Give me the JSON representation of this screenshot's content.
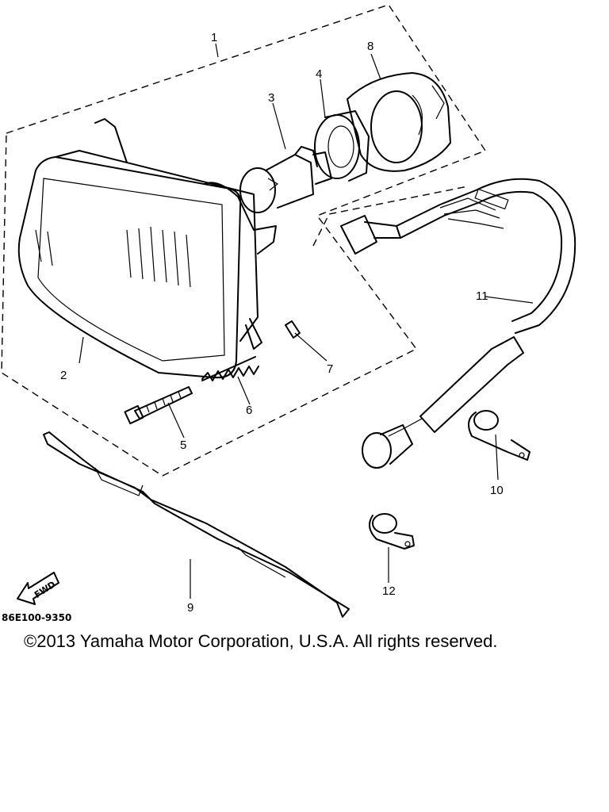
{
  "diagram": {
    "part_code": "86E100-9350",
    "fwd_label": "FWD",
    "callouts": {
      "c1": "1",
      "c2": "2",
      "c3": "3",
      "c4": "4",
      "c5": "5",
      "c6": "6",
      "c7": "7",
      "c8": "8",
      "c9": "9",
      "c10": "10",
      "c11": "11",
      "c12": "12"
    }
  },
  "footer": {
    "copyright": "©2013 Yamaha Motor Corporation, U.S.A. All rights reserved."
  }
}
